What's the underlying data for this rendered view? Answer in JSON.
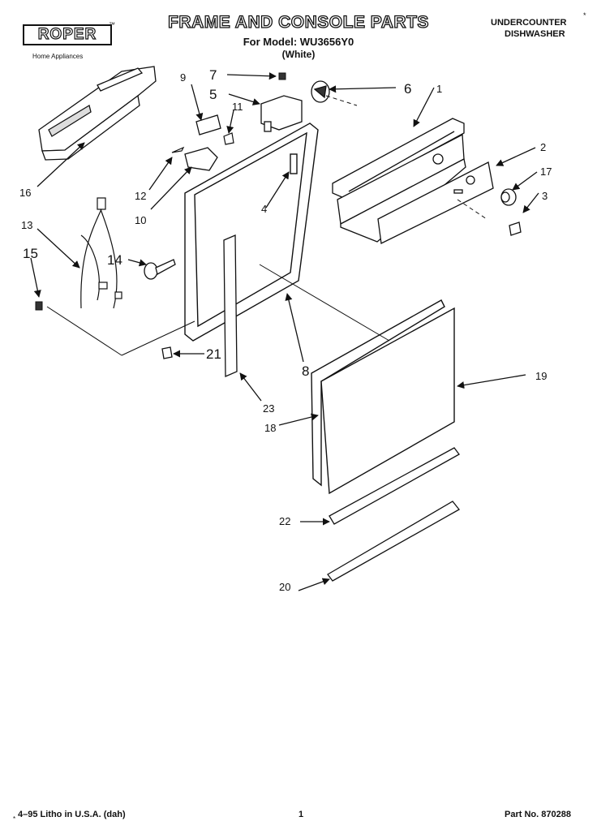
{
  "header": {
    "title": "FRAME AND CONSOLE PARTS",
    "model_line": "For Model: WU3656Y0",
    "color_line": "(White)",
    "brand": "ROPER",
    "brand_tm": "™",
    "brand_sub": "Home Appliances",
    "product_line1": "UNDERCOUNTER",
    "product_line2": "DISHWASHER",
    "corner_mark": "*"
  },
  "footer": {
    "litho": "4–95 Litho in U.S.A. (dah)",
    "mark": "*",
    "page": "1",
    "part_no": "Part No. 870288"
  },
  "callouts": [
    {
      "id": "c1",
      "text": "1"
    },
    {
      "id": "c2",
      "text": "2"
    },
    {
      "id": "c3",
      "text": "3"
    },
    {
      "id": "c4",
      "text": "4"
    },
    {
      "id": "c5",
      "text": "5"
    },
    {
      "id": "c6",
      "text": "6"
    },
    {
      "id": "c7",
      "text": "7"
    },
    {
      "id": "c8",
      "text": "8"
    },
    {
      "id": "c9",
      "text": "9"
    },
    {
      "id": "c10",
      "text": "10"
    },
    {
      "id": "c11",
      "text": "11"
    },
    {
      "id": "c12",
      "text": "12"
    },
    {
      "id": "c13",
      "text": "13"
    },
    {
      "id": "c14",
      "text": "14"
    },
    {
      "id": "c15",
      "text": "15"
    },
    {
      "id": "c16",
      "text": "16"
    },
    {
      "id": "c17",
      "text": "17"
    },
    {
      "id": "c18",
      "text": "18"
    },
    {
      "id": "c19",
      "text": "19"
    },
    {
      "id": "c20",
      "text": "20"
    },
    {
      "id": "c21",
      "text": "21"
    },
    {
      "id": "c22",
      "text": "22"
    },
    {
      "id": "c23",
      "text": "23"
    }
  ]
}
